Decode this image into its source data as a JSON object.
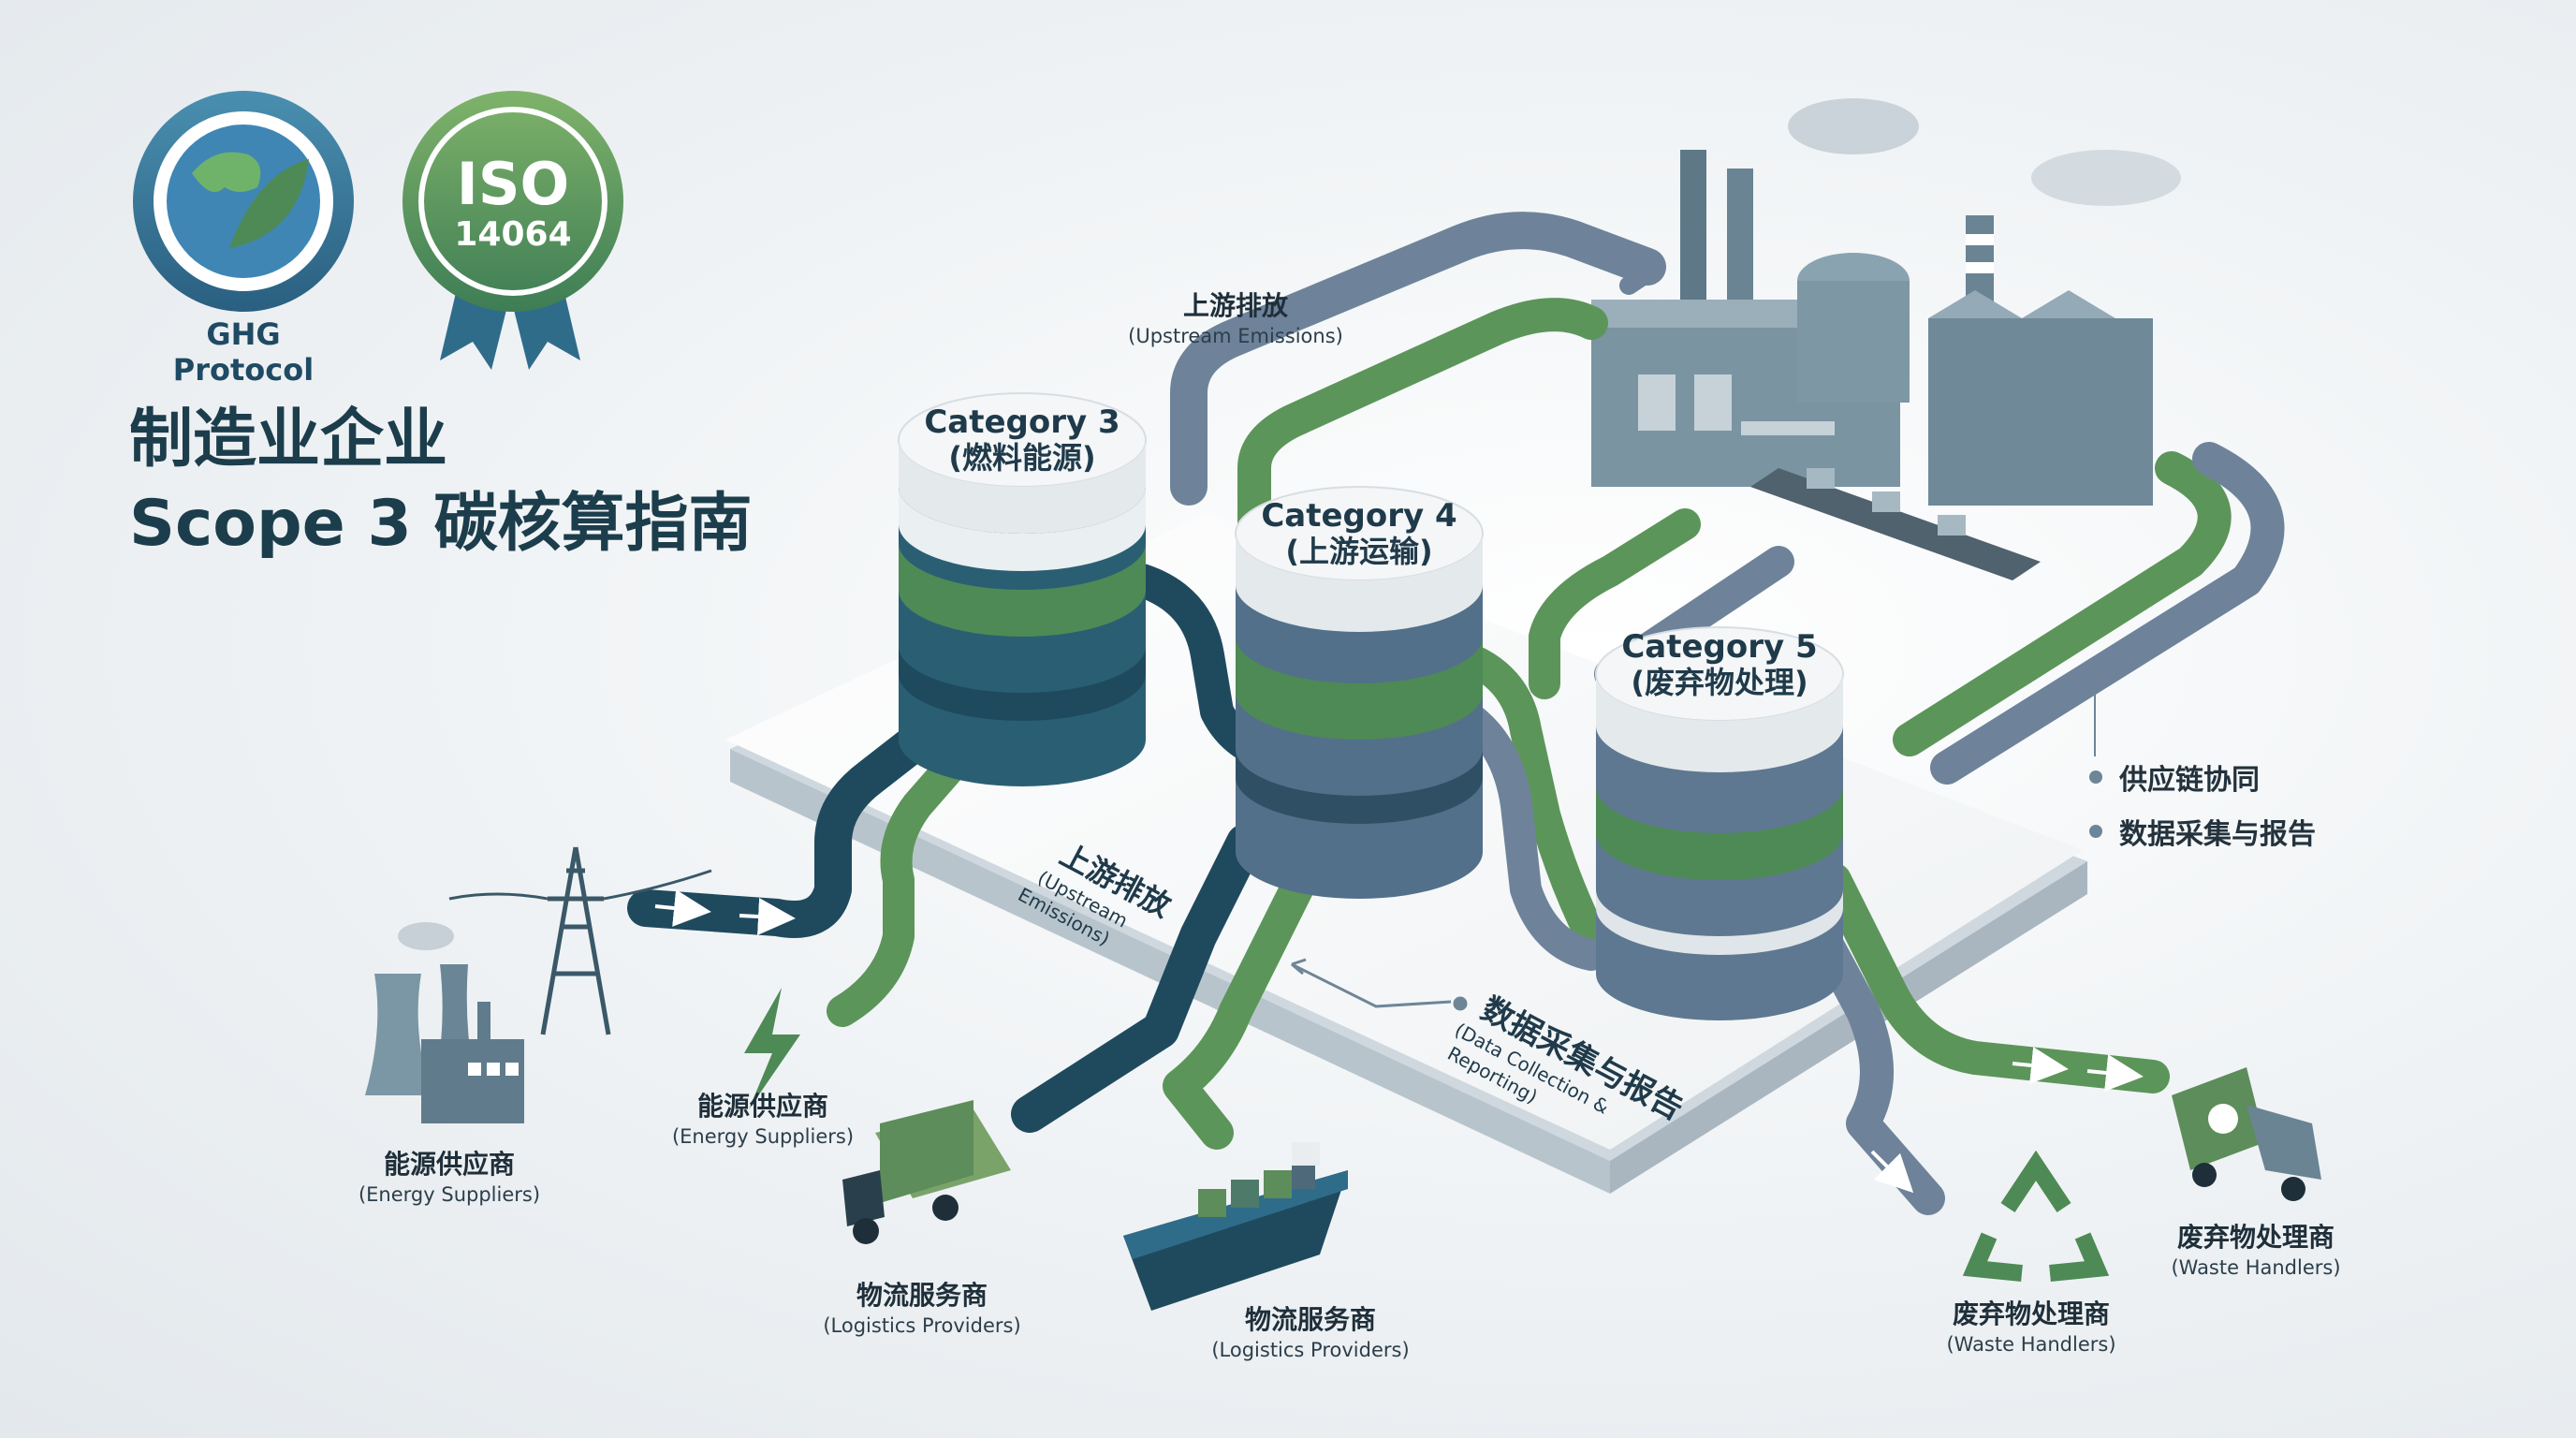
{
  "title": {
    "line1": "制造业企业",
    "line2": "Scope 3 碳核算指南"
  },
  "badges": {
    "ghg": {
      "label": "GHG Protocol"
    },
    "iso": {
      "line1": "ISO",
      "line2": "14064"
    }
  },
  "categories": [
    {
      "name": "Category 3",
      "sub": "(燃料能源)"
    },
    {
      "name": "Category 4",
      "sub": "(上游运输)"
    },
    {
      "name": "Category 5",
      "sub": "(废弃物处理)"
    }
  ],
  "upstream_top": {
    "zh": "上游排放",
    "en": "(Upstream Emissions)"
  },
  "platform_upstream": {
    "zh": "上游排放",
    "en1": "(Upstream",
    "en2": "Emissions)"
  },
  "platform_data": {
    "zh": "数据采集与报告",
    "en1": "(Data Collection &",
    "en2": "Reporting)"
  },
  "legend": {
    "item1": "供应链协同",
    "item2": "数据采集与报告"
  },
  "nodes": {
    "energy1": {
      "zh": "能源供应商",
      "en": "(Energy Suppliers)"
    },
    "energy2": {
      "zh": "能源供应商",
      "en": "(Energy Suppliers)"
    },
    "logistics_truck": {
      "zh": "物流服务商",
      "en": "(Logistics Providers)"
    },
    "logistics_ship": {
      "zh": "物流服务商",
      "en": "(Logistics Providers)"
    },
    "waste_recycle": {
      "zh": "废弃物处理商",
      "en": "(Waste Handlers)"
    },
    "waste_truck": {
      "zh": "废弃物处理商",
      "en": "(Waste Handlers)"
    }
  },
  "colors": {
    "navy": "#1f4a5e",
    "slate": "#5e7690",
    "green": "#4e8a55",
    "teal": "#2f6c7a"
  }
}
